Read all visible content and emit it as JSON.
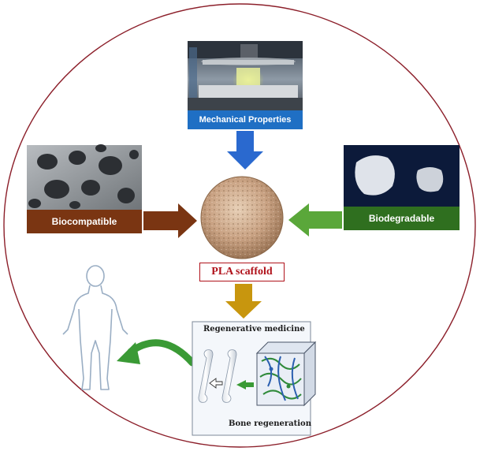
{
  "labels": {
    "mechanical": "Mechanical Properties",
    "biocompatible": "Biocompatible",
    "biodegradable": "Biodegradable",
    "pla_scaffold": "PLA scaffold"
  },
  "inset": {
    "regenerative": "Regenerative medicine",
    "bone": "Bone regeneration"
  },
  "colors": {
    "circle_border": "#8c1f2a",
    "arrow_blue": "#2a69cf",
    "arrow_brown": "#7a3512",
    "arrow_green": "#5aa73a",
    "arrow_gold": "#c8960e",
    "curve_green": "#3a9a35",
    "scaffold": "#c8a589"
  },
  "icons": [
    "human-outline-icon",
    "bone-icon",
    "scaffold-cube-icon"
  ]
}
